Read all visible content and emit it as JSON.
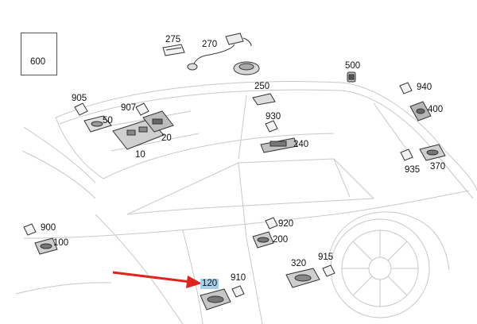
{
  "diagram": {
    "part_numbers": {
      "p600": "600",
      "p275": "275",
      "p270": "270",
      "p500": "500",
      "p905": "905",
      "p50": "50",
      "p907": "907",
      "p20": "20",
      "p10": "10",
      "p250": "250",
      "p940": "940",
      "p400": "400",
      "p930": "930",
      "p240": "240",
      "p935": "935",
      "p370": "370",
      "p900": "900",
      "p100": "100",
      "p920": "920",
      "p200": "200",
      "p320": "320",
      "p915": "915",
      "p120": "120",
      "p910": "910"
    },
    "highlighted_part": "120",
    "arrow_color": "#e0241b",
    "highlight_color": "#a9cfe8"
  }
}
